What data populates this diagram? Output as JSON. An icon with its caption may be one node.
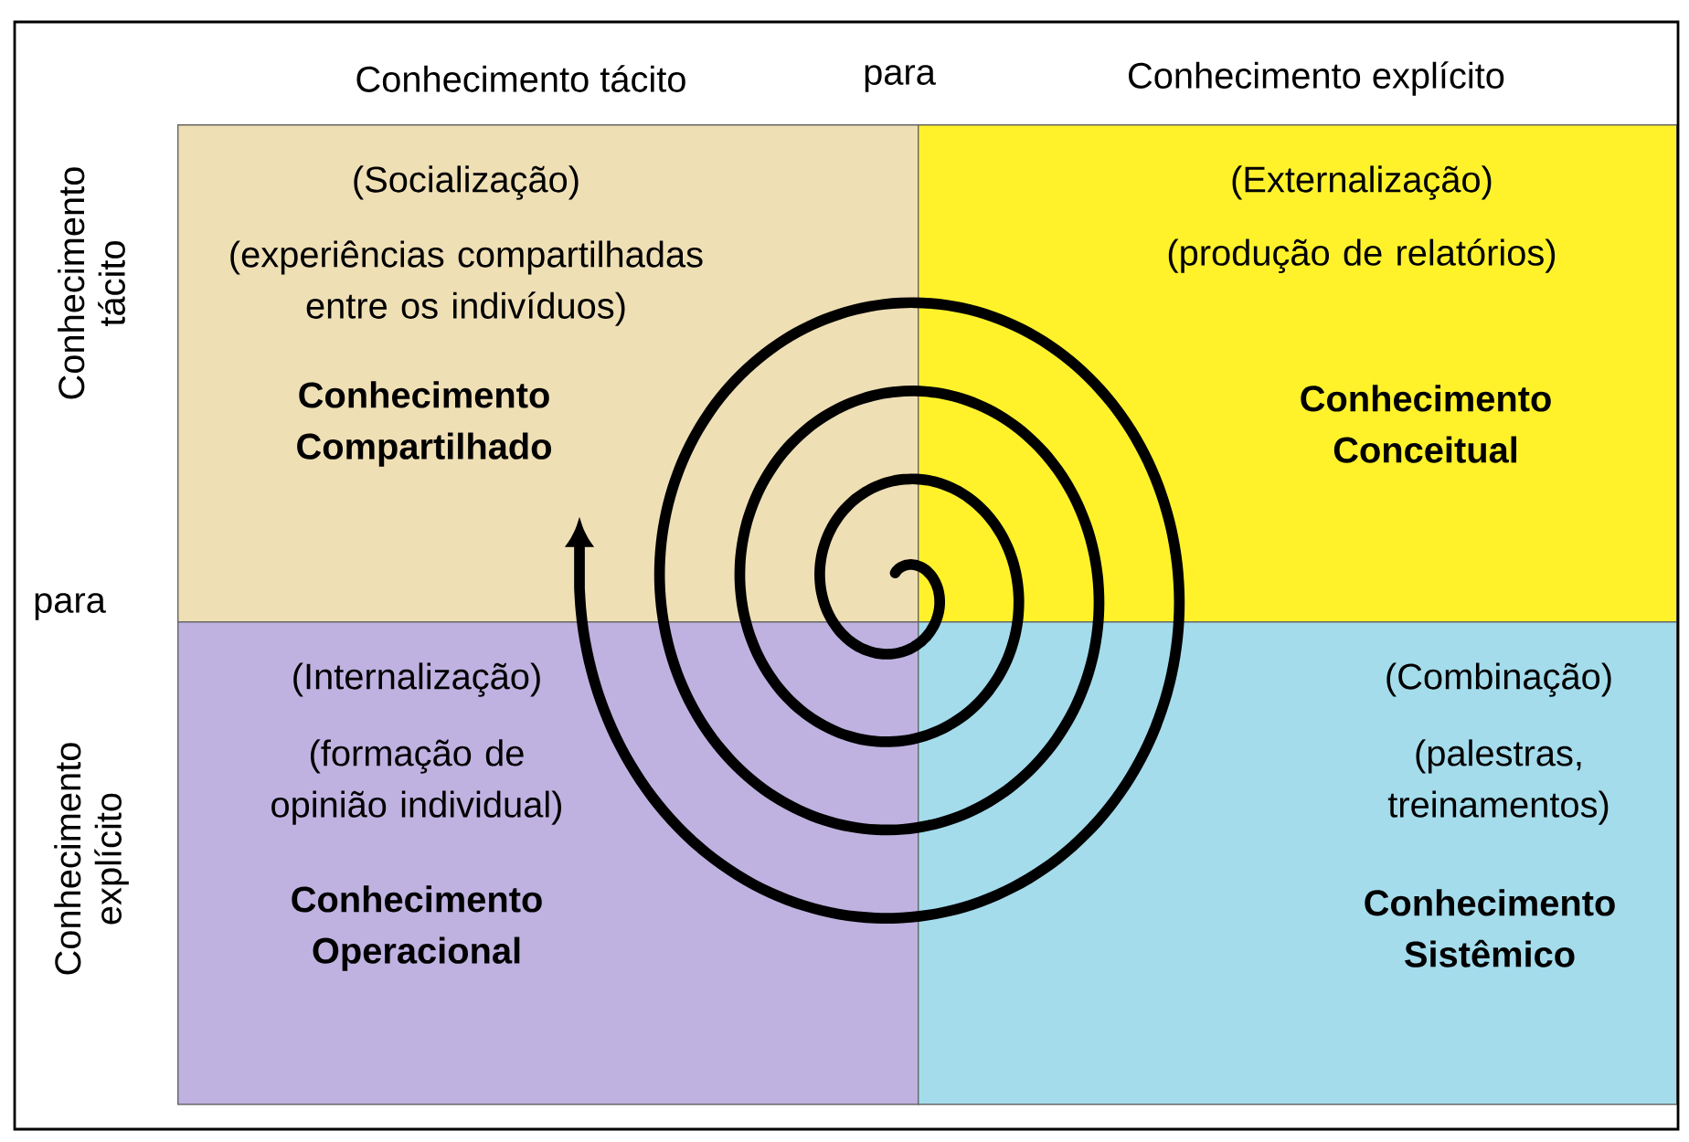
{
  "diagram": {
    "nodes": [
      {
        "text": [
          "(Socialização)",
          "(experiências compartilhadas entre os indivíduos)",
          "Conhecimento Compartilhado"
        ]
      },
      {
        "text": [
          "(Externalização)",
          "(produção de relatórios)",
          "Conhecimento Conceitual"
        ]
      },
      {
        "text": [
          "(Internalização)",
          "(formação de opinião individual)",
          "Conhecimento Operacional"
        ]
      },
      {
        "text": [
          "(Combinação)",
          "(palestras, treinamentos)",
          "Conhecimento Sistêmico"
        ]
      }
    ],
    "labels": [
      "Conhecimento tácito",
      "para",
      "Conhecimento explícito",
      "Conhecimento tácito",
      "para",
      "Conhecimento explícito"
    ]
  }
}
